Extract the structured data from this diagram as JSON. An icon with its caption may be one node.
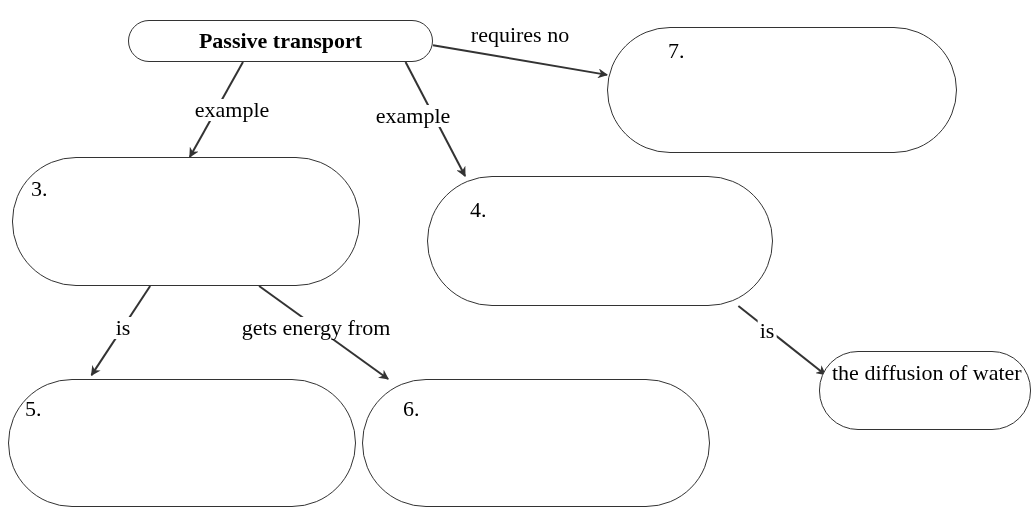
{
  "diagram": {
    "nodes": [
      {
        "text": [
          "Passive transport"
        ]
      },
      {
        "text": [
          "7."
        ]
      },
      {
        "text": [
          "3."
        ]
      },
      {
        "text": [
          "4."
        ]
      },
      {
        "text": [
          "5."
        ]
      },
      {
        "text": [
          "6."
        ]
      },
      {
        "text": [
          "the diffusion of water"
        ]
      }
    ],
    "edges": [
      {
        "from": 0,
        "to": 1,
        "arrow": "to",
        "label": "requires no"
      },
      {
        "from": 0,
        "to": 2,
        "arrow": "to",
        "label": "example"
      },
      {
        "from": 0,
        "to": 3,
        "arrow": "to",
        "label": "example"
      },
      {
        "from": 2,
        "to": 4,
        "arrow": "to",
        "label": "is"
      },
      {
        "from": 2,
        "to": 5,
        "arrow": "to",
        "label": "gets energy from"
      },
      {
        "from": 3,
        "to": 6,
        "arrow": "to",
        "label": "is"
      }
    ]
  }
}
